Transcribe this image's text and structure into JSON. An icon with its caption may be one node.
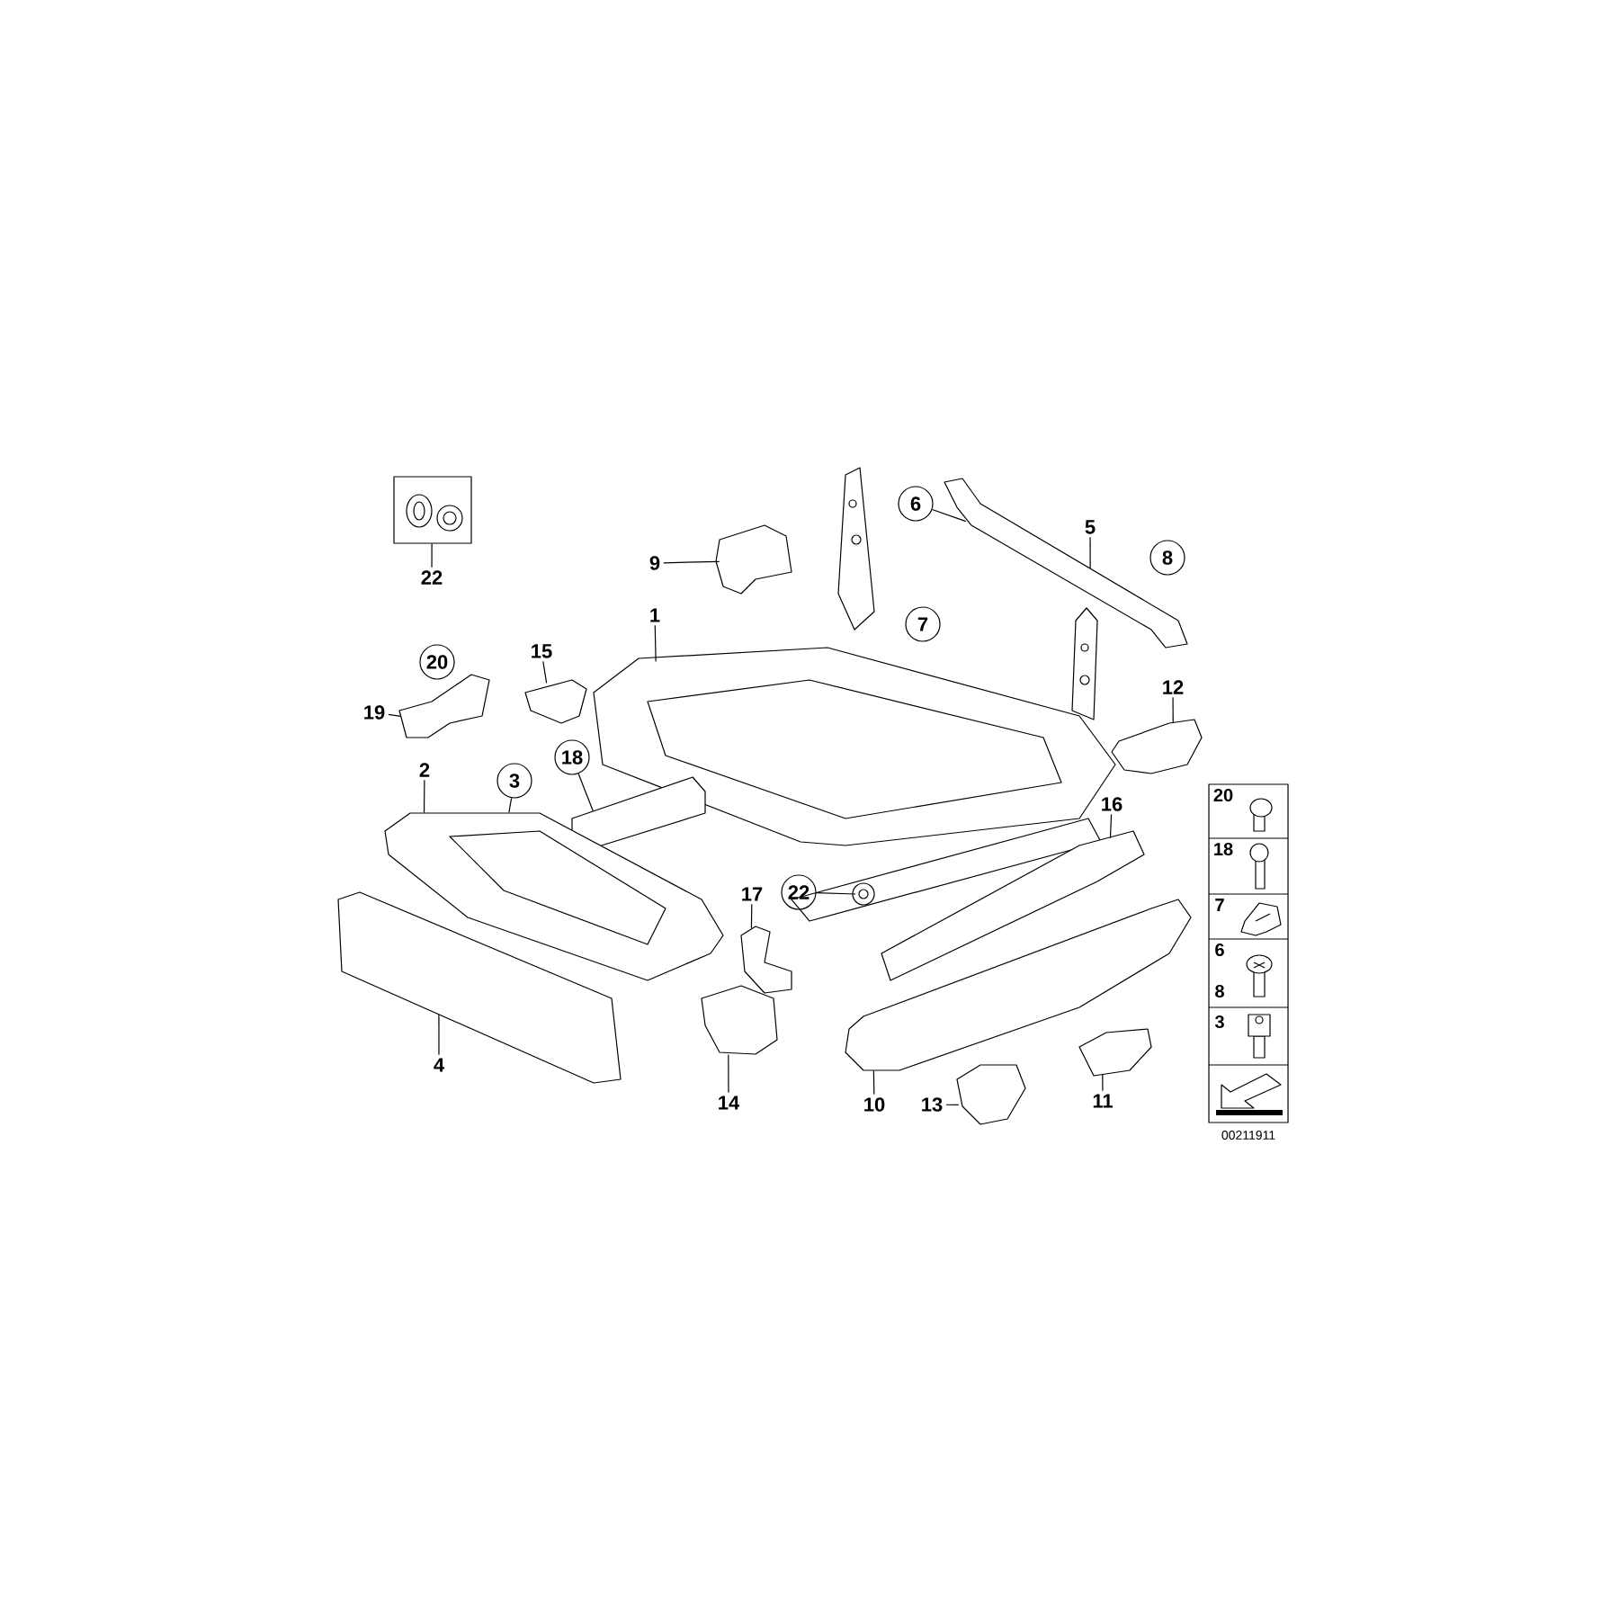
{
  "diagram": {
    "nodes": [
      {
        "text": [],
        "shape": "box"
      },
      {
        "text": [
          "22"
        ]
      },
      {
        "text": [],
        "shape": "picture"
      },
      {
        "text": [
          "9"
        ]
      },
      {
        "text": [
          "6"
        ]
      },
      {
        "text": [],
        "shape": "picture"
      },
      {
        "text": [
          "5"
        ]
      },
      {
        "text": [
          "8"
        ]
      },
      {
        "text": [
          "1"
        ]
      },
      {
        "text": [
          "7"
        ]
      },
      {
        "text": [],
        "shape": "picture"
      },
      {
        "text": [
          "20"
        ]
      },
      {
        "text": [
          "15"
        ]
      },
      {
        "text": [],
        "shape": "picture"
      },
      {
        "text": [
          "12"
        ]
      },
      {
        "text": [],
        "shape": "picture"
      },
      {
        "text": [
          "19"
        ]
      },
      {
        "text": [],
        "shape": "picture"
      },
      {
        "text": [
          "18"
        ]
      },
      {
        "text": [],
        "shape": "picture"
      },
      {
        "text": [
          "2"
        ]
      },
      {
        "text": [
          "3"
        ]
      },
      {
        "text": [],
        "shape": "picture"
      },
      {
        "text": [
          "16"
        ]
      },
      {
        "text": [],
        "shape": "picture"
      },
      {
        "text": [
          "17"
        ]
      },
      {
        "text": [
          "22"
        ]
      },
      {
        "text": [],
        "shape": "circle"
      },
      {
        "text": [],
        "shape": "picture"
      },
      {
        "text": [],
        "shape": "picture"
      },
      {
        "text": [],
        "shape": "picture"
      },
      {
        "text": [],
        "shape": "picture"
      },
      {
        "text": [],
        "shape": "picture"
      },
      {
        "text": [],
        "shape": "picture"
      },
      {
        "text": [
          "4"
        ]
      },
      {
        "text": [
          "14"
        ]
      },
      {
        "text": [
          "10"
        ]
      },
      {
        "text": [
          "13"
        ]
      },
      {
        "text": [
          "11"
        ]
      }
    ],
    "edges": [
      {
        "from": 1,
        "to": 0,
        "arrow": "none"
      },
      {
        "from": 3,
        "to": 2,
        "arrow": "none"
      },
      {
        "from": 4,
        "to": 5,
        "arrow": "none"
      },
      {
        "from": 6,
        "to": 5,
        "arrow": "none"
      },
      {
        "from": 8,
        "to": 10,
        "arrow": "none"
      },
      {
        "from": 12,
        "to": 13,
        "arrow": "none"
      },
      {
        "from": 14,
        "to": 15,
        "arrow": "none"
      },
      {
        "from": 16,
        "to": 17,
        "arrow": "none"
      },
      {
        "from": 18,
        "to": 19,
        "arrow": "none"
      },
      {
        "from": 20,
        "to": 22,
        "arrow": "none"
      },
      {
        "from": 21,
        "to": 22,
        "arrow": "none"
      },
      {
        "from": 23,
        "to": 24,
        "arrow": "none"
      },
      {
        "from": 25,
        "to": 28,
        "arrow": "none"
      },
      {
        "from": 26,
        "to": 27,
        "arrow": "none"
      },
      {
        "from": 34,
        "to": 29,
        "arrow": "none"
      },
      {
        "from": 35,
        "to": 30,
        "arrow": "none"
      },
      {
        "from": 36,
        "to": 31,
        "arrow": "none"
      },
      {
        "from": 37,
        "to": 32,
        "arrow": "none"
      },
      {
        "from": 38,
        "to": 33,
        "arrow": "none"
      }
    ],
    "labels": [
      "20",
      "18",
      "7",
      "6",
      "8",
      "3",
      "00211911"
    ]
  }
}
